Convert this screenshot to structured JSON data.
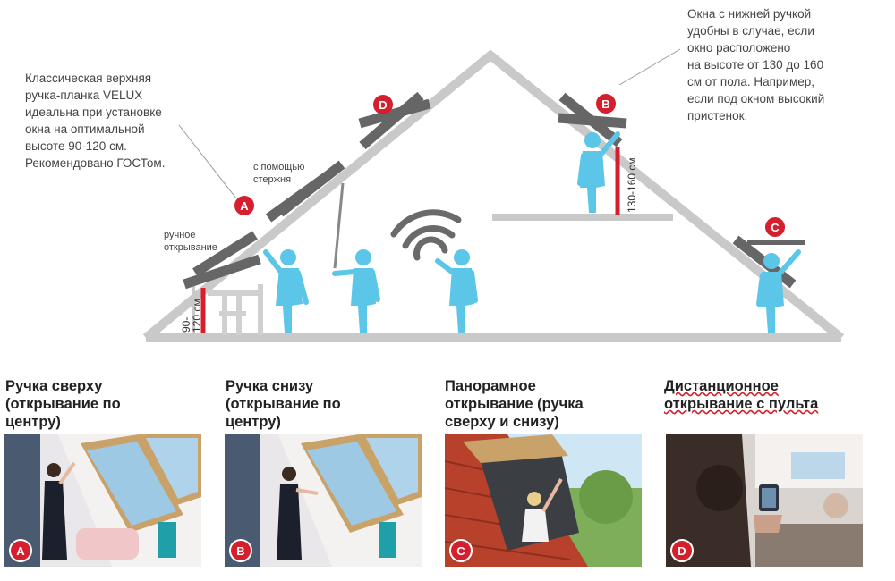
{
  "notes": {
    "a": [
      "Классическая верхняя",
      "ручка-планка  VELUX",
      "идеальна  при установке",
      "окна на оптимальной",
      "высоте 90-120 см.",
      "Рекомендовано ГОСТом."
    ],
    "b": [
      "Окна с нижней ручкой",
      "удобны в случае, если",
      "окно расположено",
      "на высоте от 130 до 160",
      "см от пола. Например,",
      "если под окном высокий",
      "пристенок."
    ]
  },
  "diagram": {
    "label_manual": [
      "ручное",
      "открывание"
    ],
    "label_rod": [
      "с помощью",
      "стержня"
    ],
    "height_a": [
      "90-",
      "120 см"
    ],
    "height_b": "130-160 см",
    "markers": [
      "A",
      "B",
      "C",
      "D"
    ]
  },
  "panels": [
    {
      "title": [
        "Ручка сверху",
        "(открывание по",
        "центру)"
      ],
      "marker": "A"
    },
    {
      "title": [
        "Ручка снизу",
        "(открывание по",
        "центру)"
      ],
      "marker": "B"
    },
    {
      "title": [
        "Панорамное",
        "открывание (ручка",
        "сверху и снизу)"
      ],
      "marker": "C"
    },
    {
      "title": [
        "Дистанционное",
        "открывание с пульта"
      ],
      "marker": "D"
    }
  ],
  "colors": {
    "accent": "#d51f2d",
    "figure": "#5bc6e8",
    "roof": "#c8c8c8",
    "window": "#6a6a6a"
  }
}
